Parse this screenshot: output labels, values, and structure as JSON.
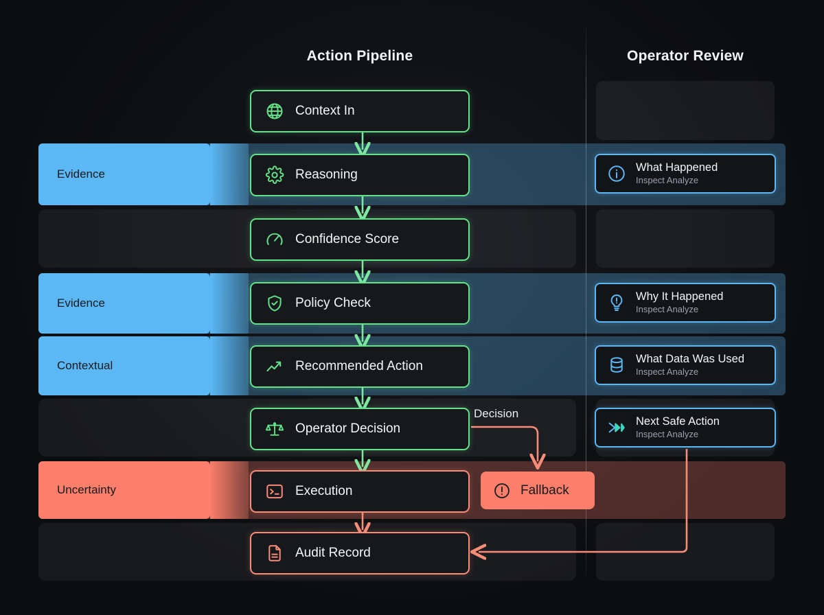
{
  "columns": {
    "left_title": "Action Pipeline",
    "right_title": "Operator Review"
  },
  "colors": {
    "accent_green": "#63e389",
    "accent_blue": "#5cb8f5",
    "accent_salmon": "#fb7f6b",
    "background": "#0c0d10",
    "node_fill": "#16181c"
  },
  "lanes": [
    {
      "label": "Evidence",
      "kind": "evidence"
    },
    {
      "label": "",
      "kind": "neutral"
    },
    {
      "label": "Evidence",
      "kind": "evidence"
    },
    {
      "label": "Contextual",
      "kind": "evidence"
    },
    {
      "label": "",
      "kind": "neutral"
    },
    {
      "label": "Uncertainty",
      "kind": "uncertain"
    },
    {
      "label": "",
      "kind": "neutral"
    }
  ],
  "pipeline": [
    {
      "label": "Context In",
      "icon": "globe-icon",
      "tone": "ok"
    },
    {
      "label": "Reasoning",
      "icon": "gear-icon",
      "tone": "ok"
    },
    {
      "label": "Confidence Score",
      "icon": "gauge-icon",
      "tone": "ok"
    },
    {
      "label": "Policy Check",
      "icon": "shield-check-icon",
      "tone": "ok"
    },
    {
      "label": "Recommended Action",
      "icon": "trend-up-icon",
      "tone": "ok"
    },
    {
      "label": "Operator Decision",
      "icon": "scales-icon",
      "tone": "ok"
    },
    {
      "label": "Execution",
      "icon": "terminal-icon",
      "tone": "danger"
    },
    {
      "label": "Audit Record",
      "icon": "document-icon",
      "tone": "danger"
    }
  ],
  "fallback": {
    "label": "Fallback",
    "icon": "alert-circle-icon"
  },
  "edge_labels": {
    "decision": "Decision"
  },
  "review": [
    {
      "title": "What Happened",
      "subtitle": "Inspect Analyze",
      "icon": "info-circle-icon"
    },
    {
      "title": "Why It Happened",
      "subtitle": "Inspect Analyze",
      "icon": "lightbulb-alert-icon"
    },
    {
      "title": "What Data Was Used",
      "subtitle": "Inspect Analyze",
      "icon": "database-icon"
    },
    {
      "title": "Next Safe Action",
      "subtitle": "Inspect Analyze",
      "icon": "fast-forward-icon"
    }
  ]
}
